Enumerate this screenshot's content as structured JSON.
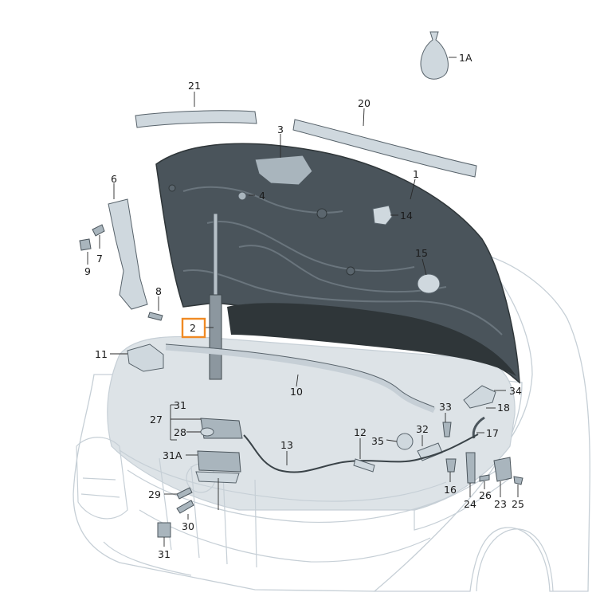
{
  "colors": {
    "background": "#ffffff",
    "hood_inner": "#4a545b",
    "hood_dark": "#2f3639",
    "car_outline": "#c6cfd6",
    "engine_bay": "#dde3e7",
    "highlight_box": "#f08a24"
  },
  "labels": {
    "l1A": "1A",
    "l21": "21",
    "l20": "20",
    "l3": "3",
    "l1": "1",
    "l6": "6",
    "l4": "4",
    "l14": "14",
    "l7": "7",
    "l9": "9",
    "l15": "15",
    "l8": "8",
    "l2": "2",
    "l11": "11",
    "l10": "10",
    "l34": "34",
    "l18": "18",
    "l31a": "31",
    "l27": "27",
    "l28": "28",
    "l33": "33",
    "l32": "32",
    "l17": "17",
    "l13": "13",
    "l12": "12",
    "l35": "35",
    "l31A": "31A",
    "l16": "16",
    "l26": "26",
    "l24": "24",
    "l23": "23",
    "l25": "25",
    "l29": "29",
    "l30": "30",
    "l31b": "31"
  },
  "highlighted_label": "2"
}
